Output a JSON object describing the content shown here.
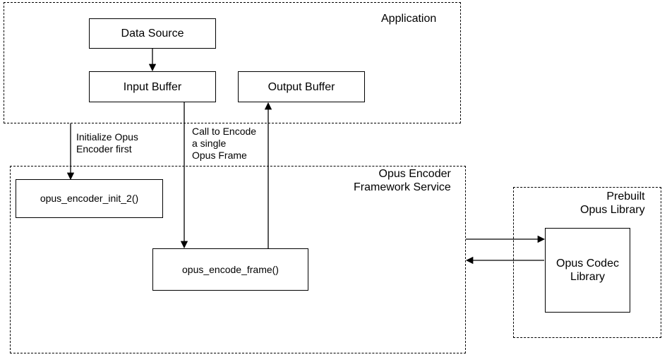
{
  "regions": {
    "application": "Application",
    "encoder_service": "Opus Encoder\nFramework Service",
    "prebuilt_library": "Prebuilt\nOpus Library"
  },
  "nodes": {
    "data_source": "Data Source",
    "input_buffer": "Input Buffer",
    "output_buffer": "Output Buffer",
    "encoder_init": "opus_encoder_init_2()",
    "encode_frame": "opus_encode_frame()",
    "codec_library": "Opus Codec\nLibrary"
  },
  "edge_labels": {
    "initialize": "Initialize Opus\nEncoder first",
    "encode_call": "Call to Encode\na single\nOpus Frame"
  },
  "edges": [
    {
      "from": "data_source",
      "to": "input_buffer"
    },
    {
      "from": "application",
      "to": "encoder_init",
      "label": "initialize"
    },
    {
      "from": "input_buffer",
      "to": "encode_frame",
      "label": "encode_call"
    },
    {
      "from": "encode_frame",
      "to": "output_buffer"
    },
    {
      "from": "encoder_service",
      "to": "codec_library"
    },
    {
      "from": "codec_library",
      "to": "encoder_service"
    }
  ]
}
